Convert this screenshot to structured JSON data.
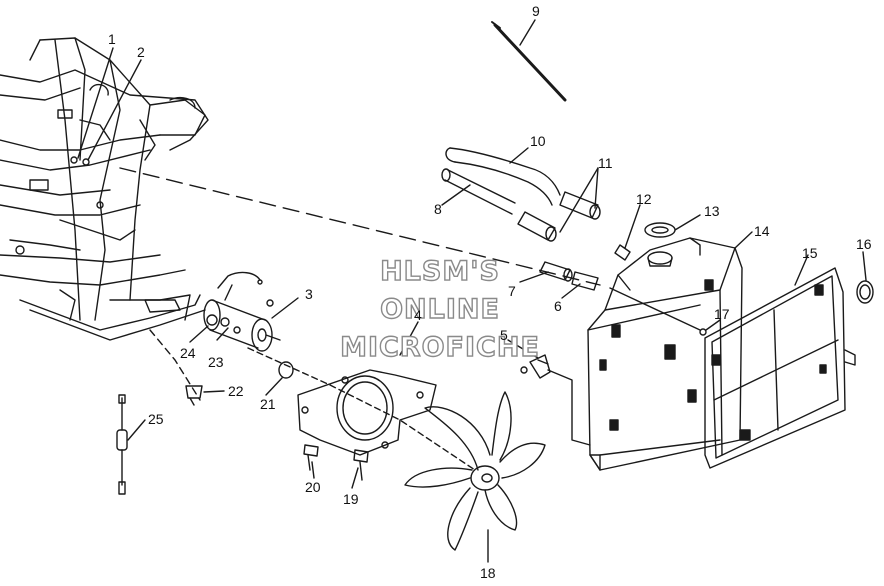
{
  "watermark": {
    "line1": "HLSM'S",
    "line2": "ONLINE",
    "line3": "MICROFICHE"
  },
  "callouts": [
    "1",
    "2",
    "3",
    "4",
    "5",
    "6",
    "7",
    "8",
    "9",
    "10",
    "11",
    "12",
    "13",
    "14",
    "15",
    "16",
    "17",
    "18",
    "19",
    "20",
    "21",
    "22",
    "23",
    "24",
    "25"
  ],
  "colors": {
    "line": "#1a1a1a",
    "paper": "#ffffff",
    "watermark_outline": "#8a8a8a"
  }
}
